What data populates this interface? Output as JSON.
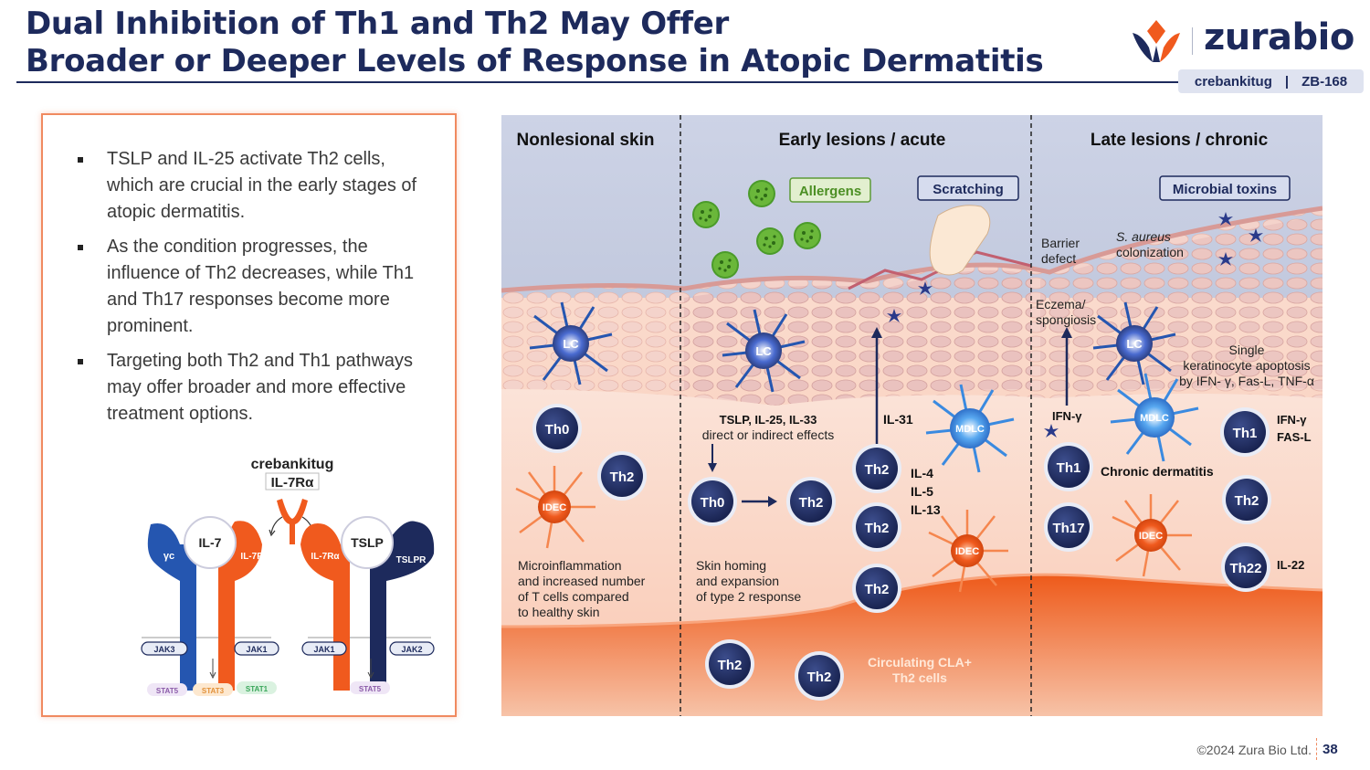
{
  "header": {
    "title_line1": "Dual Inhibition of Th1 and Th2 May Offer",
    "title_line2": "Broader or Deeper Levels of Response in Atopic Dermatitis",
    "brand": "zurabio",
    "tag_left": "crebankitug",
    "tag_sep": "|",
    "tag_right": "ZB-168"
  },
  "bullets": [
    "TSLP and IL-25 activate Th2 cells, which are crucial in the early stages of atopic dermatitis.",
    "As the condition progresses, the influence of Th2 decreases, while Th1 and Th17 responses become more prominent.",
    "Targeting both Th2 and Th1 pathways may offer broader and more effective treatment options."
  ],
  "mechanism": {
    "drug": "crebankitug",
    "target": "IL-7Rα",
    "ligand_left": "IL-7",
    "ligand_right": "TSLP",
    "chain_gc": "γc",
    "chain_il7ra": "IL-7Rα",
    "chain_tslpr": "TSLPR",
    "jak3": "JAK3",
    "jak1": "JAK1",
    "jak2": "JAK2",
    "stat5": "STAT5",
    "stat3": "STAT3",
    "stat1": "STAT1"
  },
  "diagram": {
    "headers": [
      "Nonlesional skin",
      "Early lesions / acute",
      "Late lesions / chronic"
    ],
    "boxes": {
      "allergens": "Allergens",
      "scratching": "Scratching",
      "microbial": "Microbial toxins"
    },
    "cells": {
      "lc": "LC",
      "th0": "Th0",
      "th2": "Th2",
      "idec": "IDEC",
      "mdlc": "MDLC",
      "th1": "Th1",
      "th17": "Th17",
      "th22": "Th22"
    },
    "labels": {
      "microinflammation": [
        "Microinflammation",
        "and increased number",
        "of T cells compared",
        "to healthy skin"
      ],
      "tslp_line1": "TSLP, IL-25, IL-33",
      "tslp_line2": "direct or indirect effects",
      "il31": "IL-31",
      "il4": "IL-4",
      "il5": "IL-5",
      "il13": "IL-13",
      "skin_homing": [
        "Skin homing",
        "and expansion",
        "of type 2 response"
      ],
      "circulating": [
        "Circulating CLA+",
        "Th2 cells"
      ],
      "barrier": [
        "Barrier",
        "defect"
      ],
      "saureus_italic": "S. aureus",
      "colonization": "colonization",
      "eczema": [
        "Eczema/",
        "spongiosis"
      ],
      "single": [
        "Single",
        "keratinocyte apoptosis",
        "by IFN- γ, Fas-L, TNF-α"
      ],
      "ifn": "IFN-γ",
      "chronic": "Chronic dermatitis",
      "ifn_right": "IFN-γ",
      "fasl": "FAS-L",
      "il22": "IL-22"
    }
  },
  "footer": {
    "copyright": "©2024 Zura Bio Ltd.",
    "page": "38"
  },
  "colors": {
    "navy": "#1d2a5c",
    "orange": "#f05a1e",
    "panel_border": "#f08a60",
    "skin": "#fde0d4",
    "sky": "#c9d0e4"
  }
}
